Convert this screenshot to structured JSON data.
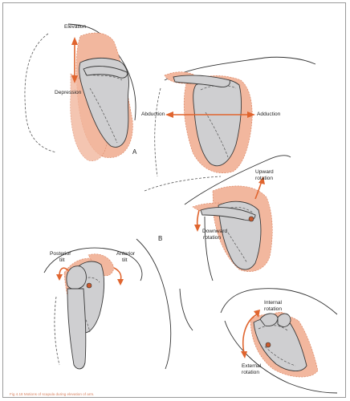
{
  "panels": {
    "A": {
      "letter": "A",
      "elevation": "Elevation",
      "depression": "Depression",
      "abduction": "Abduction",
      "adduction": "Adduction"
    },
    "B": {
      "letter": "B",
      "upward_line1": "Upward",
      "upward_line2": "rotation",
      "downward_line1": "Downward",
      "downward_line2": "rotation"
    },
    "C": {
      "posterior_line1": "Posterior",
      "posterior_line2": "tilt",
      "anterior_line1": "Anterior",
      "anterior_line2": "tilt"
    },
    "D": {
      "internal_line1": "Internal",
      "internal_line2": "rotation",
      "external_line1": "External",
      "external_line2": "rotation"
    }
  },
  "caption": "Fig 4.18  Motions of scapula during elevation of arm.",
  "colors": {
    "accent": "#e0652f",
    "shadow": "#f2b79e",
    "bone": "#cfcfd1"
  }
}
